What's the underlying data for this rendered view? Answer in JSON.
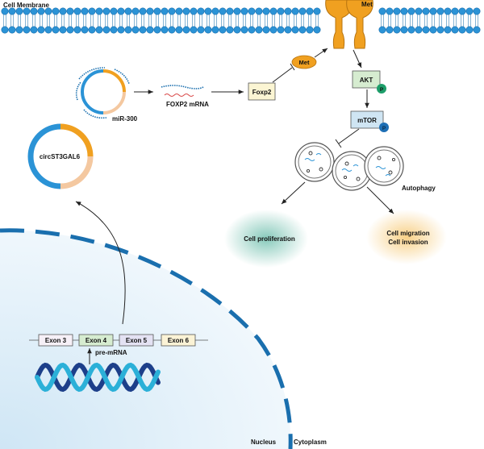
{
  "labels": {
    "cell_membrane": "Cell Membrane",
    "met_receptor": "Met",
    "mir300": "miR-300",
    "foxp2_mrna": "FOXP2 mRNA",
    "foxp2": "Foxp2",
    "met_ligand": "Met",
    "akt": "AKT",
    "akt_p": "P",
    "mtor": "mTOR",
    "mtor_p": "P",
    "autophagy": "Autophagy",
    "cell_proliferation": "Cell proliferation",
    "cell_migration": "Cell migration",
    "cell_invasion": "Cell invasion",
    "circ": "circST3GAL6",
    "exon3": "Exon 3",
    "exon4": "Exon 4",
    "exon5": "Exon 5",
    "exon6": "Exon 6",
    "pre_mrna": "pre-mRNA",
    "nucleus": "Nucleus",
    "cytoplasm": "Cytoplasm"
  },
  "colors": {
    "membrane_head": "#2b93d6",
    "membrane_head_stroke": "#1a6fae",
    "orange": "#f0a020",
    "peach": "#f4c8a0",
    "blue": "#2b93d6",
    "green_p": "#1d9e6a",
    "blue_p": "#1d6fb5",
    "nucleus_border": "#1a6fae"
  }
}
